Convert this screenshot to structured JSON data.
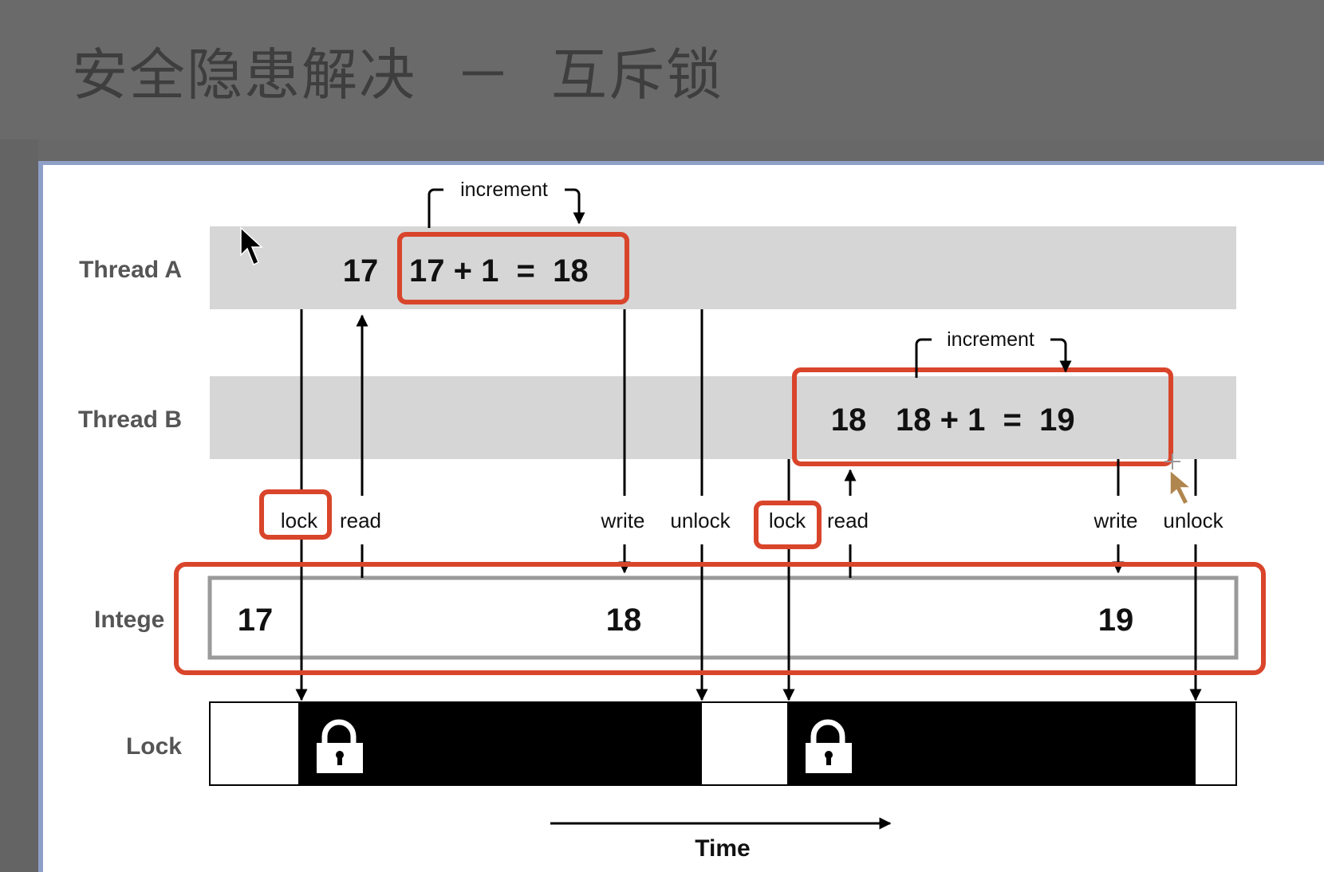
{
  "page": {
    "title": "安全隐患解决  －  互斥锁"
  },
  "diagram": {
    "rows": {
      "thread_a": "Thread A",
      "thread_b": "Thread B",
      "integer": "Intege",
      "lock": "Lock"
    },
    "thread_a": {
      "value": "17",
      "expression": "17 + 1  =  18",
      "increment": "increment"
    },
    "thread_b": {
      "value": "18",
      "expression": "18 + 1  =  19",
      "increment": "increment"
    },
    "events": [
      {
        "id": "a-lock",
        "label": "lock",
        "highlighted": true
      },
      {
        "id": "a-read",
        "label": "read",
        "highlighted": false
      },
      {
        "id": "a-write",
        "label": "write",
        "highlighted": false
      },
      {
        "id": "a-unlock",
        "label": "unlock",
        "highlighted": false
      },
      {
        "id": "b-lock",
        "label": "lock",
        "highlighted": true
      },
      {
        "id": "b-read",
        "label": "read",
        "highlighted": false
      },
      {
        "id": "b-write",
        "label": "write",
        "highlighted": false
      },
      {
        "id": "b-unlock",
        "label": "unlock",
        "highlighted": false
      }
    ],
    "integer_values": [
      "17",
      "18",
      "19"
    ],
    "lock_icons": [
      "padlock-icon",
      "padlock-icon"
    ],
    "time_label": "Time",
    "colors": {
      "highlight": "#d9452b",
      "lane": "#d6d6d6",
      "locked": "#000000",
      "label": "#555555"
    }
  }
}
